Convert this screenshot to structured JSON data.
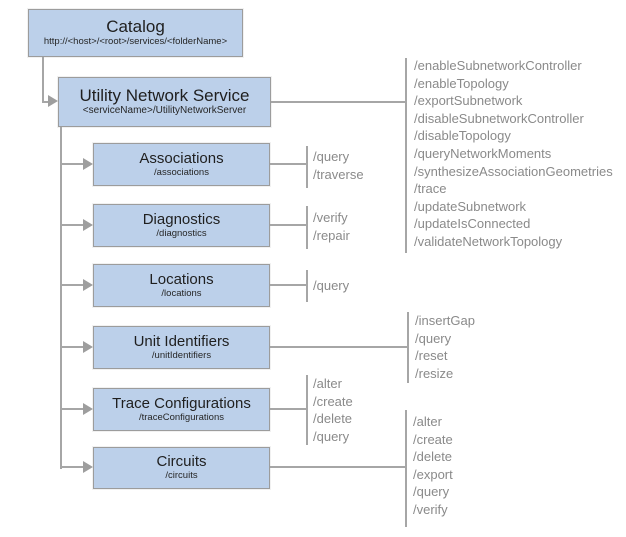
{
  "catalog": {
    "title": "Catalog",
    "subtitle": "http://<host>/<root>/services/<folderName>"
  },
  "service": {
    "title": "Utility Network Service",
    "subtitle": "<serviceName>/UtilityNetworkServer",
    "operations": [
      "/enableSubnetworkController",
      "/enableTopology",
      "/exportSubnetwork",
      "/disableSubnetworkController",
      "/disableTopology",
      "/queryNetworkMoments",
      "/synthesizeAssociationGeometries",
      "/trace",
      "/updateSubnetwork",
      "/updateIsConnected",
      "/validateNetworkTopology"
    ]
  },
  "children": [
    {
      "title": "Associations",
      "subtitle": "/associations",
      "operations": [
        "/query",
        "/traverse"
      ]
    },
    {
      "title": "Diagnostics",
      "subtitle": "/diagnostics",
      "operations": [
        "/verify",
        "/repair"
      ]
    },
    {
      "title": "Locations",
      "subtitle": "/locations",
      "operations": [
        "/query"
      ]
    },
    {
      "title": "Unit Identifiers",
      "subtitle": "/unitIdentifiers",
      "operations": [
        "/insertGap",
        "/query",
        "/reset",
        "/resize"
      ]
    },
    {
      "title": "Trace Configurations",
      "subtitle": "/traceConfigurations",
      "operations": [
        "/alter",
        "/create",
        "/delete",
        "/query"
      ]
    },
    {
      "title": "Circuits",
      "subtitle": "/circuits",
      "operations": [
        "/alter",
        "/create",
        "/delete",
        "/export",
        "/query",
        "/verify"
      ]
    }
  ],
  "colors": {
    "box_fill": "#bcd0ea",
    "box_border": "#9c9c9c",
    "connector_line": "#a6a6a6",
    "operation_text": "#8a8a8a",
    "title_text": "#1f1f1f"
  }
}
